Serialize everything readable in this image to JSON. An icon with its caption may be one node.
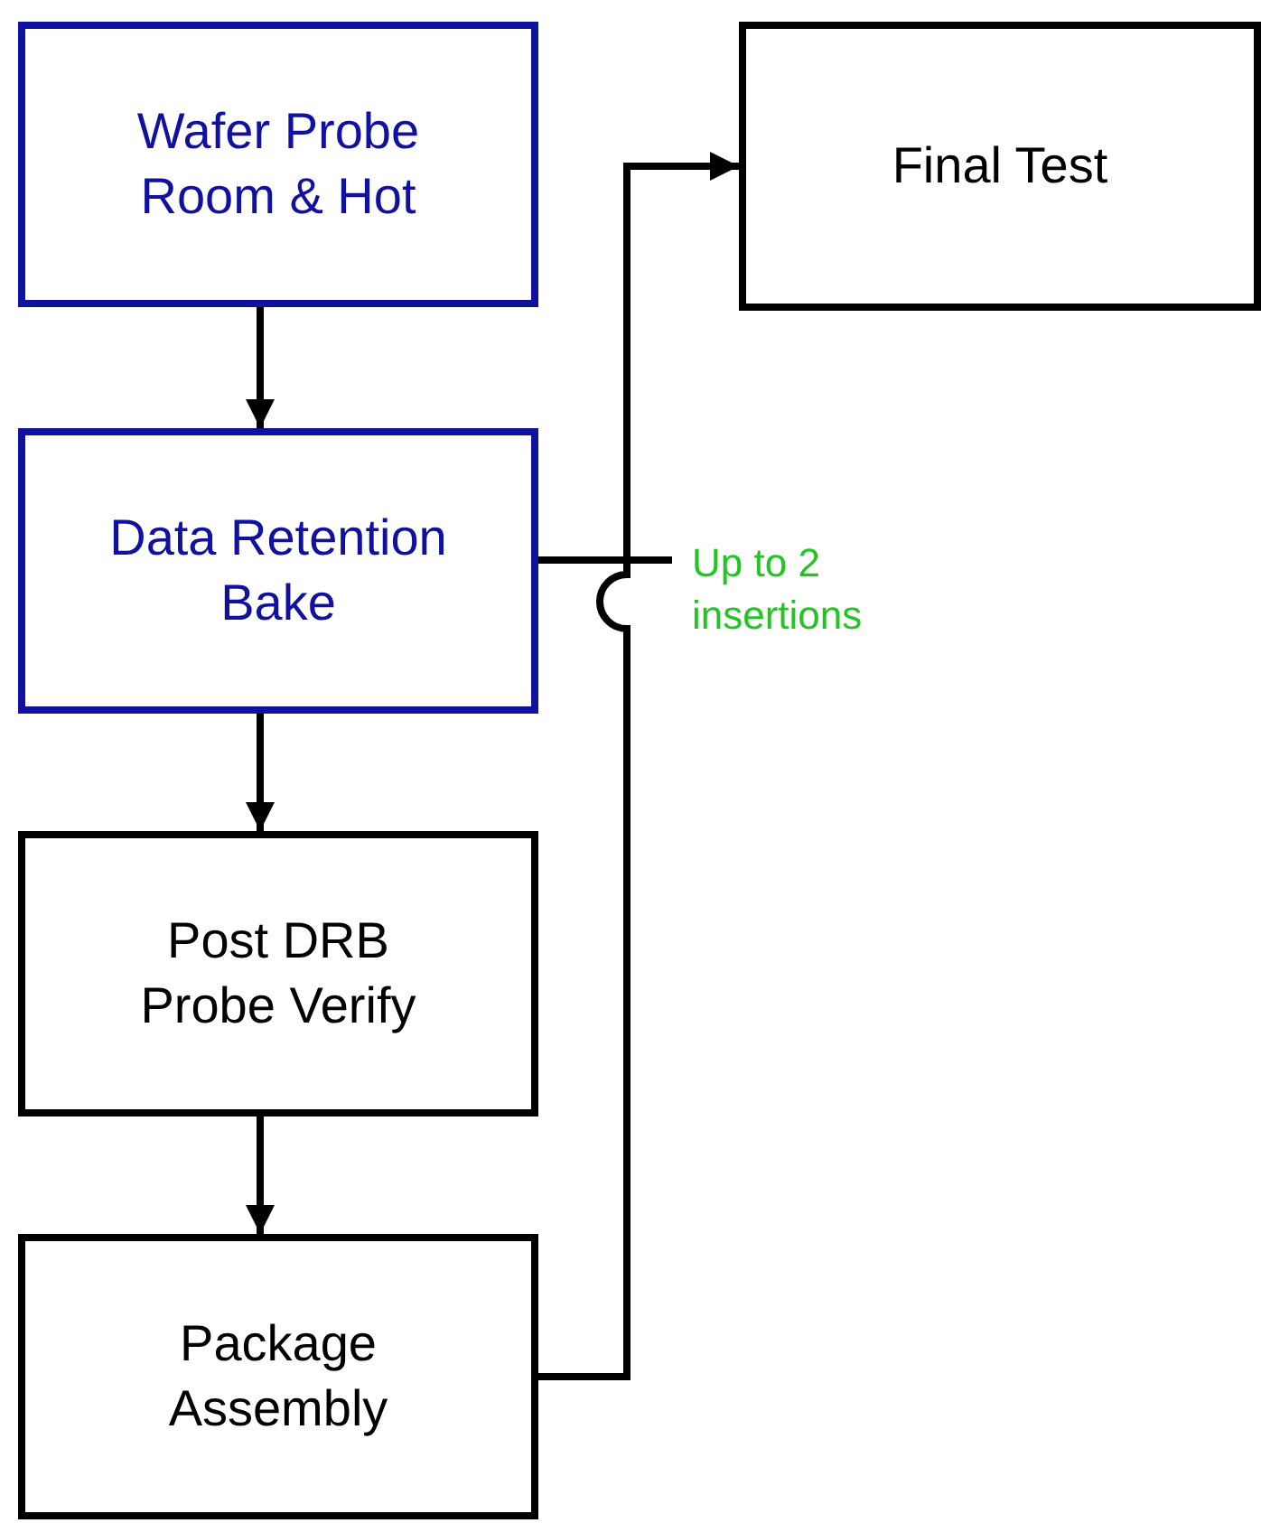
{
  "diagram": {
    "nodes": [
      {
        "text": [
          "Wafer Probe Room & Hot"
        ]
      },
      {
        "text": [
          "Data Retention Bake"
        ]
      },
      {
        "text": [
          "Post DRB Probe Verify"
        ]
      },
      {
        "text": [
          "Package Assembly"
        ]
      },
      {
        "text": [
          "Final Test"
        ]
      }
    ],
    "edges": [
      {
        "from": 0,
        "to": 1,
        "arrow": "to"
      },
      {
        "from": 1,
        "to": 2,
        "arrow": "to"
      },
      {
        "from": 2,
        "to": 3,
        "arrow": "to"
      },
      {
        "from": 3,
        "to": 4,
        "arrow": "to"
      },
      {
        "from": 1,
        "to": null,
        "arrow": "none"
      }
    ],
    "labels": [
      "Up to 2 insertions"
    ]
  }
}
